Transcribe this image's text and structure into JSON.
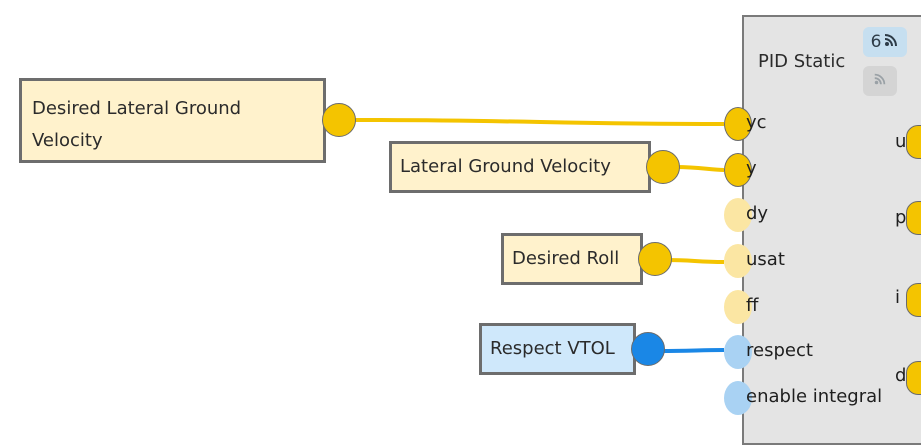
{
  "canvas": {
    "source_nodes": [
      {
        "id": "desired_lateral_ground_velocity",
        "label": "Desired Lateral Ground Velocity",
        "color": "yellow"
      },
      {
        "id": "lateral_ground_velocity",
        "label": "Lateral Ground Velocity",
        "color": "yellow"
      },
      {
        "id": "desired_roll",
        "label": "Desired Roll",
        "color": "yellow"
      },
      {
        "id": "respect_vtol",
        "label": "Respect VTOL",
        "color": "blue"
      }
    ],
    "pid_block": {
      "title": "PID Static",
      "badge_count": "6",
      "badge_icon": "rss-feed-icon",
      "badge2_icon": "rss-feed-icon",
      "inputs": [
        {
          "label": "yc",
          "state": "connected-yellow"
        },
        {
          "label": "y",
          "state": "connected-yellow"
        },
        {
          "label": "dy",
          "state": "faded-yellow"
        },
        {
          "label": "usat",
          "state": "faded-yellow"
        },
        {
          "label": "ff",
          "state": "faded-yellow"
        },
        {
          "label": "respect",
          "state": "faded-blue"
        },
        {
          "label": "enable integral",
          "state": "faded-blue"
        }
      ],
      "outputs": [
        {
          "label": "u"
        },
        {
          "label": "p"
        },
        {
          "label": "i"
        },
        {
          "label": "d"
        }
      ]
    },
    "colors": {
      "yellow_wire": "#f4c400",
      "blue_wire": "#1a87e6"
    }
  }
}
